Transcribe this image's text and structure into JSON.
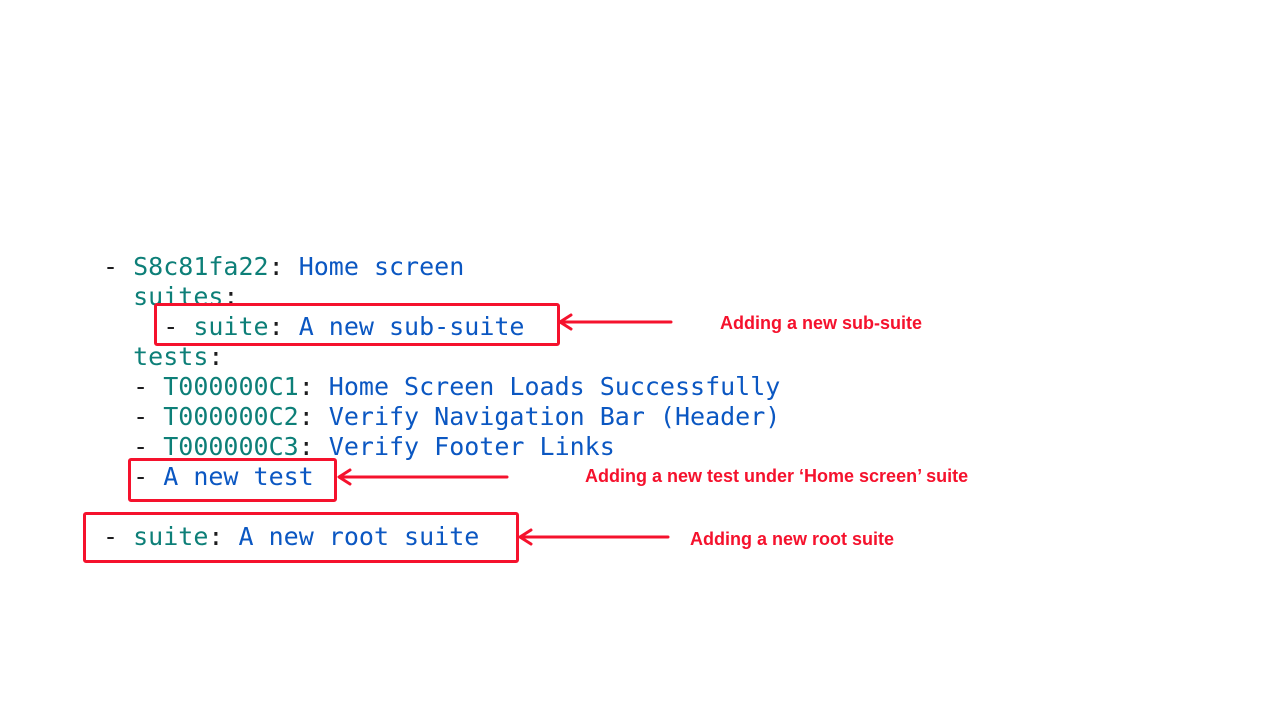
{
  "colors": {
    "key": "#0d7f78",
    "value": "#0b57c2",
    "punctuation": "#1c1c1e",
    "red": "#f5122d",
    "background": "#ffffff"
  },
  "code": {
    "language": "yaml",
    "lines": [
      {
        "indent": 0,
        "tokens": [
          {
            "type": "punct",
            "text": "- "
          },
          {
            "type": "key",
            "text": "S8c81fa22"
          },
          {
            "type": "punct",
            "text": ": "
          },
          {
            "type": "value",
            "text": "Home screen"
          }
        ]
      },
      {
        "indent": 2,
        "tokens": [
          {
            "type": "key",
            "text": "suites"
          },
          {
            "type": "punct",
            "text": ":"
          }
        ]
      },
      {
        "indent": 4,
        "tokens": [
          {
            "type": "punct",
            "text": "- "
          },
          {
            "type": "key",
            "text": "suite"
          },
          {
            "type": "punct",
            "text": ": "
          },
          {
            "type": "value",
            "text": "A new sub-suite"
          }
        ]
      },
      {
        "indent": 2,
        "tokens": [
          {
            "type": "key",
            "text": "tests"
          },
          {
            "type": "punct",
            "text": ":"
          }
        ]
      },
      {
        "indent": 2,
        "tokens": [
          {
            "type": "punct",
            "text": "- "
          },
          {
            "type": "key",
            "text": "T000000C1"
          },
          {
            "type": "punct",
            "text": ": "
          },
          {
            "type": "value",
            "text": "Home Screen Loads Successfully"
          }
        ]
      },
      {
        "indent": 2,
        "tokens": [
          {
            "type": "punct",
            "text": "- "
          },
          {
            "type": "key",
            "text": "T000000C2"
          },
          {
            "type": "punct",
            "text": ": "
          },
          {
            "type": "value",
            "text": "Verify Navigation Bar (Header)"
          }
        ]
      },
      {
        "indent": 2,
        "tokens": [
          {
            "type": "punct",
            "text": "- "
          },
          {
            "type": "key",
            "text": "T000000C3"
          },
          {
            "type": "punct",
            "text": ": "
          },
          {
            "type": "value",
            "text": "Verify Footer Links"
          }
        ]
      },
      {
        "indent": 2,
        "tokens": [
          {
            "type": "punct",
            "text": "- "
          },
          {
            "type": "value",
            "text": "A new test"
          }
        ]
      },
      {
        "indent": 0,
        "tokens": []
      },
      {
        "indent": 0,
        "tokens": [
          {
            "type": "punct",
            "text": "- "
          },
          {
            "type": "key",
            "text": "suite"
          },
          {
            "type": "punct",
            "text": ": "
          },
          {
            "type": "value",
            "text": "A new root suite"
          }
        ]
      }
    ]
  },
  "annotations": [
    {
      "label": "Adding a new sub-suite"
    },
    {
      "label": "Adding a new test under ‘Home screen’ suite"
    },
    {
      "label": "Adding a new root suite"
    }
  ]
}
